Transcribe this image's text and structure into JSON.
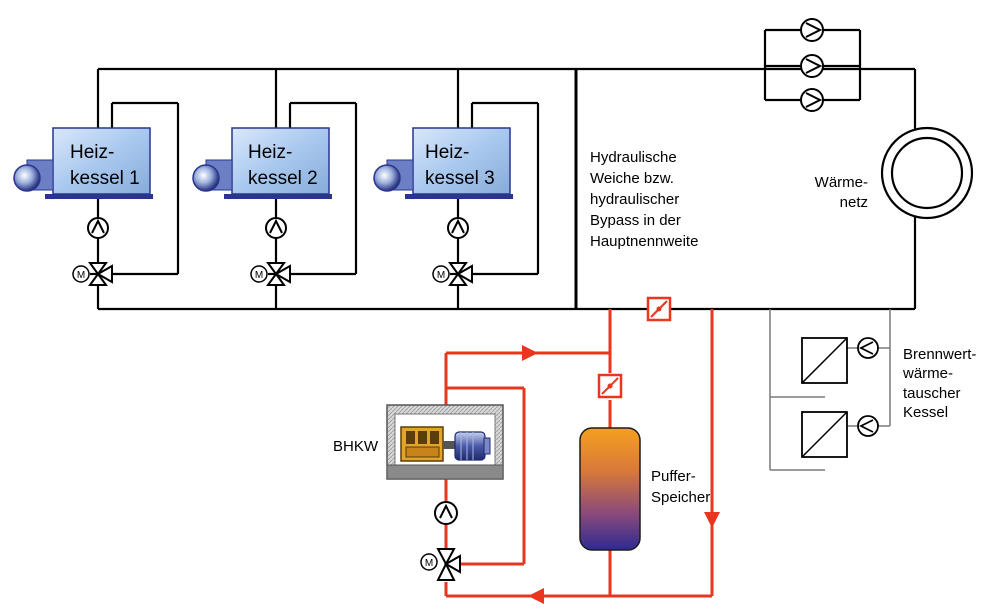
{
  "boilers": [
    {
      "line1": "Heiz-",
      "line2": "kessel 1"
    },
    {
      "line1": "Heiz-",
      "line2": "kessel 2"
    },
    {
      "line1": "Heiz-",
      "line2": "kessel 3"
    }
  ],
  "motor_label": "M",
  "hydraulic": {
    "line1": "Hydraulische",
    "line2": "Weiche bzw.",
    "line3": "hydraulischer",
    "line4": "Bypass in der",
    "line5": "Hauptnennweite"
  },
  "network": {
    "line1": "Wärme-",
    "line2": "netz"
  },
  "condensing": {
    "line1": "Brennwert-",
    "line2": "wärme-",
    "line3": "tauscher",
    "line4": "Kessel"
  },
  "bhkw_label": "BHKW",
  "buffer": {
    "line1": "Puffer-",
    "line2": "Speicher"
  },
  "colors": {
    "boiler_fill": "#a9c8ee",
    "boiler_base": "#2a3590",
    "supply_red": "#e8361f",
    "return_gray": "#7a7a7a",
    "tank_top": "#f08a1a",
    "tank_bottom": "#2e2a92"
  }
}
